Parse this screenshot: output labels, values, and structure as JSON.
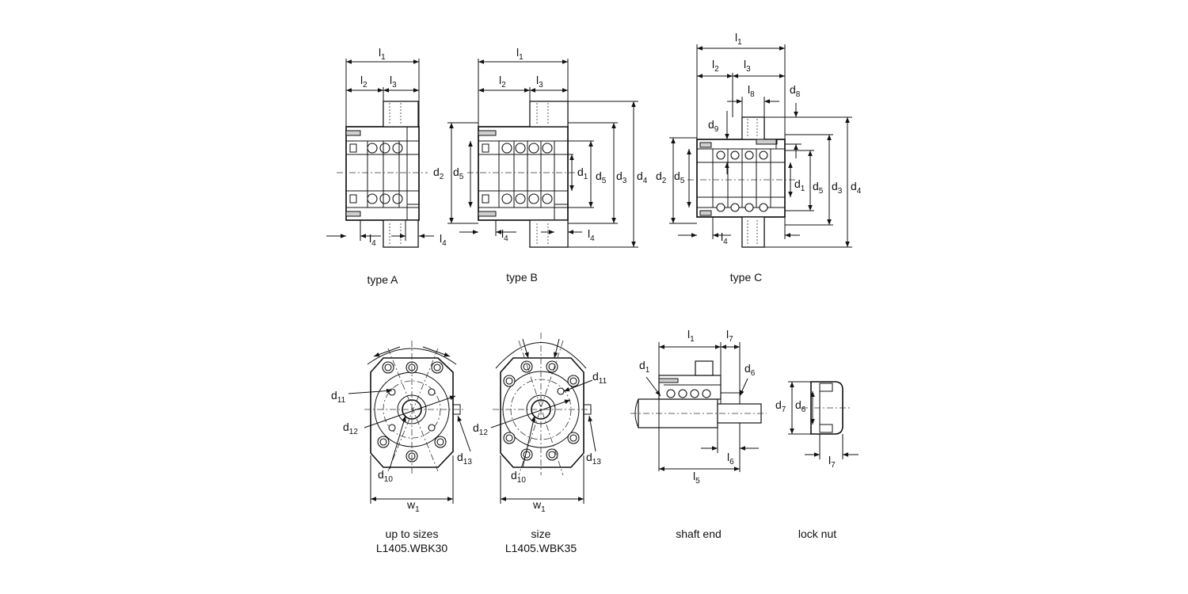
{
  "captions": {
    "type_a": "type A",
    "type_b": "type B",
    "type_c": "type C",
    "front_small_line1": "up to sizes",
    "front_small_line2": "L1405.WBK30",
    "front_large_line1": "size",
    "front_large_line2": "L1405.WBK35",
    "shaft_end": "shaft end",
    "lock_nut": "lock nut"
  },
  "dims": {
    "l": "l",
    "d": "d",
    "w": "w",
    "s1": "1",
    "s2": "2",
    "s3": "3",
    "s4": "4",
    "s5": "5",
    "s6": "6",
    "s7": "7",
    "s8": "8",
    "s9": "9",
    "s10": "10",
    "s11": "11",
    "s12": "12",
    "s13": "13"
  }
}
